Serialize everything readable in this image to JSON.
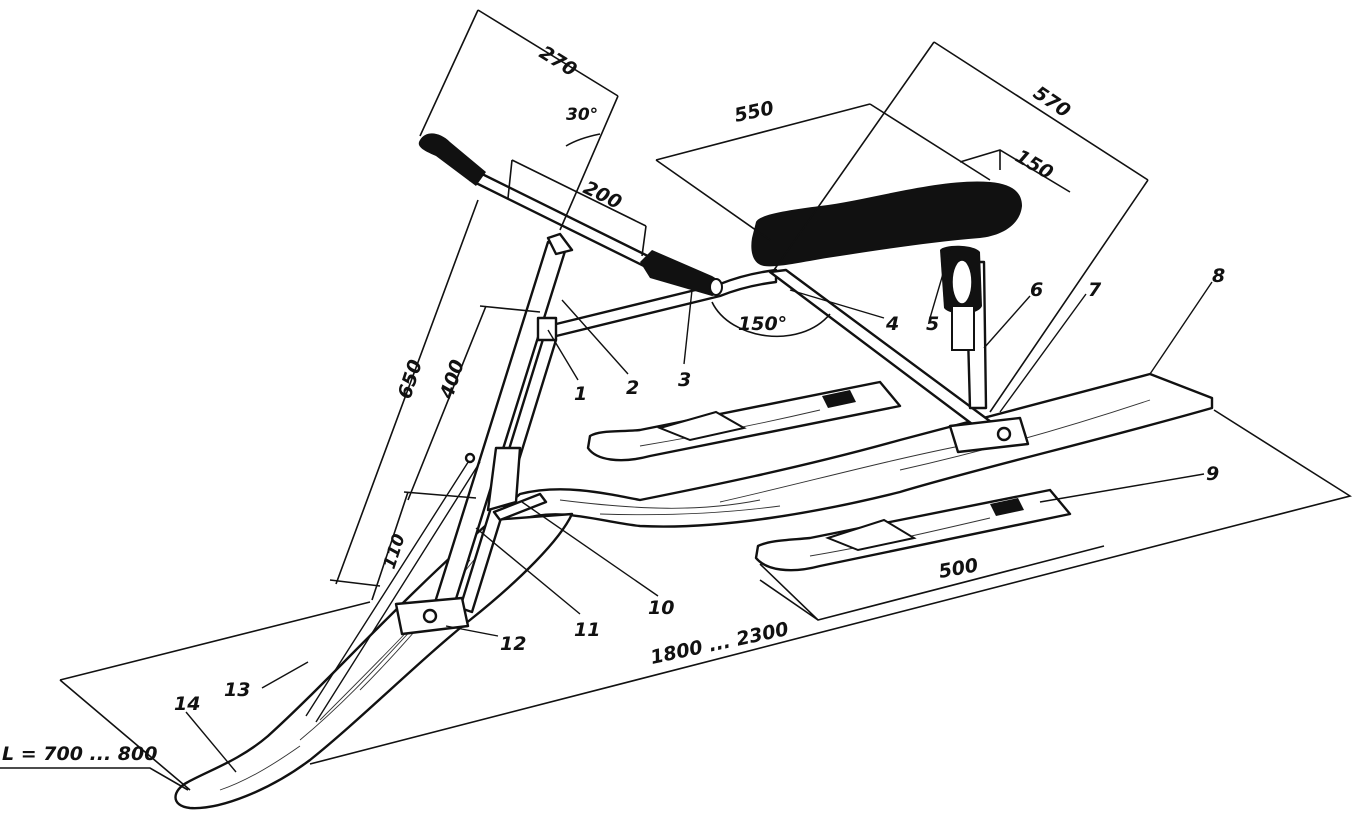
{
  "dimensions": {
    "d270": "270",
    "d30": "30°",
    "d200": "200",
    "d550": "550",
    "d570": "570",
    "d150": "150",
    "a150": "150°",
    "d650": "650",
    "d400": "400",
    "d110": "110",
    "d500": "500",
    "d1800": "1800 ... 2300",
    "dL": "L = 700 ... 800"
  },
  "callouts": {
    "n1": "1",
    "n2": "2",
    "n3": "3",
    "n4": "4",
    "n5": "5",
    "n6": "6",
    "n7": "7",
    "n8": "8",
    "n9": "9",
    "n10": "10",
    "n11": "11",
    "n12": "12",
    "n13": "13",
    "n14": "14"
  }
}
